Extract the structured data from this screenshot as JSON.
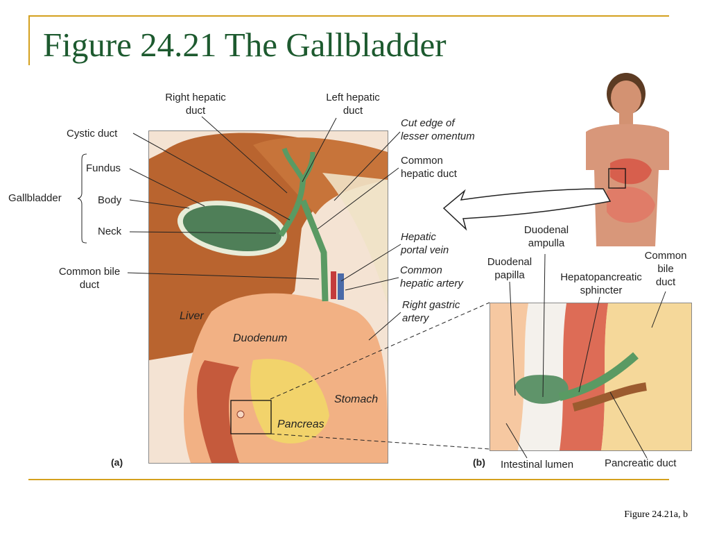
{
  "title": "Figure 24.21  The Gallbladder",
  "caption": "Figure 24.21a, b",
  "panel_a": {
    "tag": "(a)",
    "labels": {
      "right_hepatic_duct": "Right hepatic\nduct",
      "left_hepatic_duct": "Left hepatic\nduct",
      "cystic_duct": "Cystic duct",
      "fundus": "Fundus",
      "gallbladder": "Gallbladder",
      "body": "Body",
      "neck": "Neck",
      "common_bile_duct": "Common bile\nduct",
      "cut_edge": "Cut edge of\nlesser omentum",
      "common_hepatic_duct": "Common\nhepatic duct",
      "hepatic_portal_vein": "Hepatic\nportal vein",
      "common_hepatic_artery": "Common\nhepatic artery",
      "right_gastric_artery": "Right gastric\nartery",
      "liver": "Liver",
      "duodenum": "Duodenum",
      "stomach": "Stomach",
      "pancreas": "Pancreas"
    }
  },
  "panel_b": {
    "tag": "(b)",
    "labels": {
      "duodenal_ampulla": "Duodenal\nampulla",
      "duodenal_papilla": "Duodenal\npapilla",
      "hepatopancreatic_sphincter": "Hepatopancreatic\nsphincter",
      "common_bile_duct": "Common\nbile\nduct",
      "intestinal_lumen": "Intestinal lumen",
      "pancreatic_duct": "Pancreatic duct"
    }
  },
  "colors": {
    "title": "#1d5a2f",
    "frame": "#d4a01e",
    "liver": "#b9642f",
    "gallbladder": "#4f7f58",
    "stomach": "#f2b184",
    "pancreas": "#f2d36b",
    "duct": "#5a9a63"
  }
}
